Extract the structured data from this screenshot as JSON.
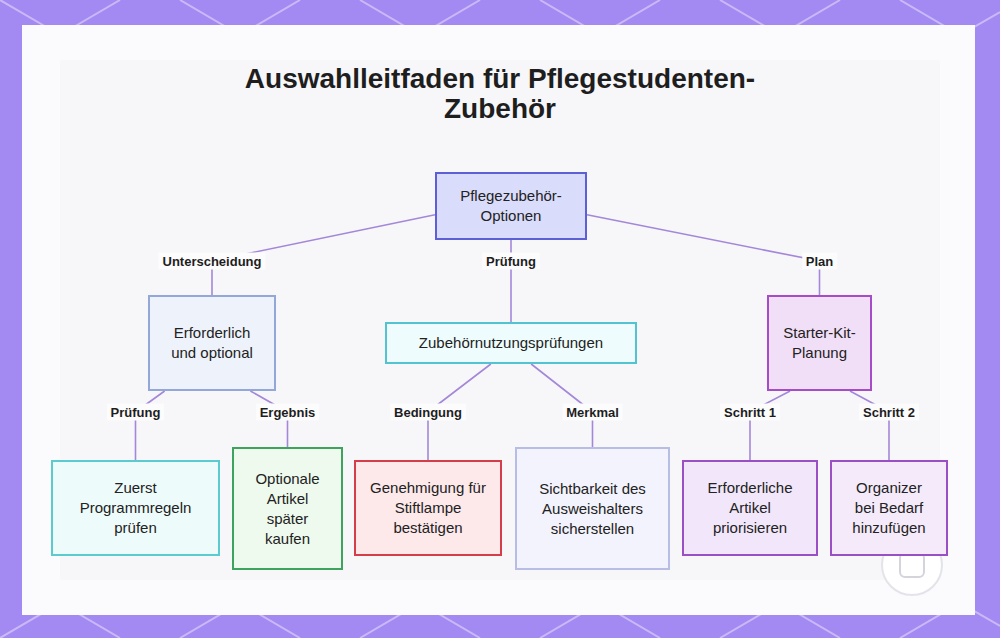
{
  "diagram": {
    "title": "Auswahlleitfaden für Pflegestudenten-Zubehör",
    "nodes": [
      {
        "text": [
          "Pflegezubehör-Optionen"
        ]
      },
      {
        "text": [
          "Erforderlich und optional"
        ]
      },
      {
        "text": [
          "Zubehörnutzungsprüfungen"
        ]
      },
      {
        "text": [
          "Starter-Kit-Planung"
        ]
      },
      {
        "text": [
          "Zuerst Programmregeln prüfen"
        ]
      },
      {
        "text": [
          "Optionale Artikel später kaufen"
        ]
      },
      {
        "text": [
          "Genehmigung für Stiftlampe bestätigen"
        ]
      },
      {
        "text": [
          "Sichtbarkeit des Ausweishalters sicherstellen"
        ]
      },
      {
        "text": [
          "Erforderliche Artikel priorisieren"
        ]
      },
      {
        "text": [
          "Organizer bei Bedarf hinzufügen"
        ]
      }
    ],
    "edges": [
      {
        "from": 0,
        "to": 1,
        "label": "Unterscheidung",
        "arrow": "none"
      },
      {
        "from": 0,
        "to": 2,
        "label": "Prüfung",
        "arrow": "none"
      },
      {
        "from": 0,
        "to": 3,
        "label": "Plan",
        "arrow": "none"
      },
      {
        "from": 1,
        "to": 4,
        "label": "Prüfung",
        "arrow": "none"
      },
      {
        "from": 1,
        "to": 5,
        "label": "Ergebnis",
        "arrow": "none"
      },
      {
        "from": 2,
        "to": 6,
        "label": "Bedingung",
        "arrow": "none"
      },
      {
        "from": 2,
        "to": 7,
        "label": "Merkmal",
        "arrow": "none"
      },
      {
        "from": 3,
        "to": 8,
        "label": "Schritt 1",
        "arrow": "none"
      },
      {
        "from": 3,
        "to": 9,
        "label": "Schritt 2",
        "arrow": "none"
      }
    ]
  }
}
